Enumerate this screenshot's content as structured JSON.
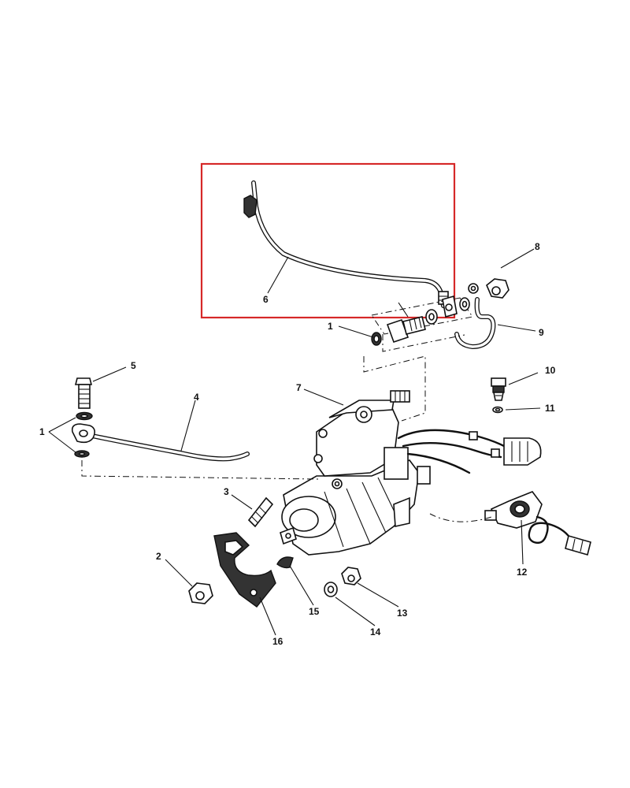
{
  "highlight": {
    "color": "#d62828"
  },
  "callouts": {
    "n1a": "1",
    "n1b": "1",
    "n2": "2",
    "n3": "3",
    "n4": "4",
    "n5": "5",
    "n6": "6",
    "n7": "7",
    "n8": "8",
    "n9": "9",
    "n10": "10",
    "n11": "11",
    "n12": "12",
    "n13": "13",
    "n14": "14",
    "n15": "15",
    "n16": "16"
  }
}
